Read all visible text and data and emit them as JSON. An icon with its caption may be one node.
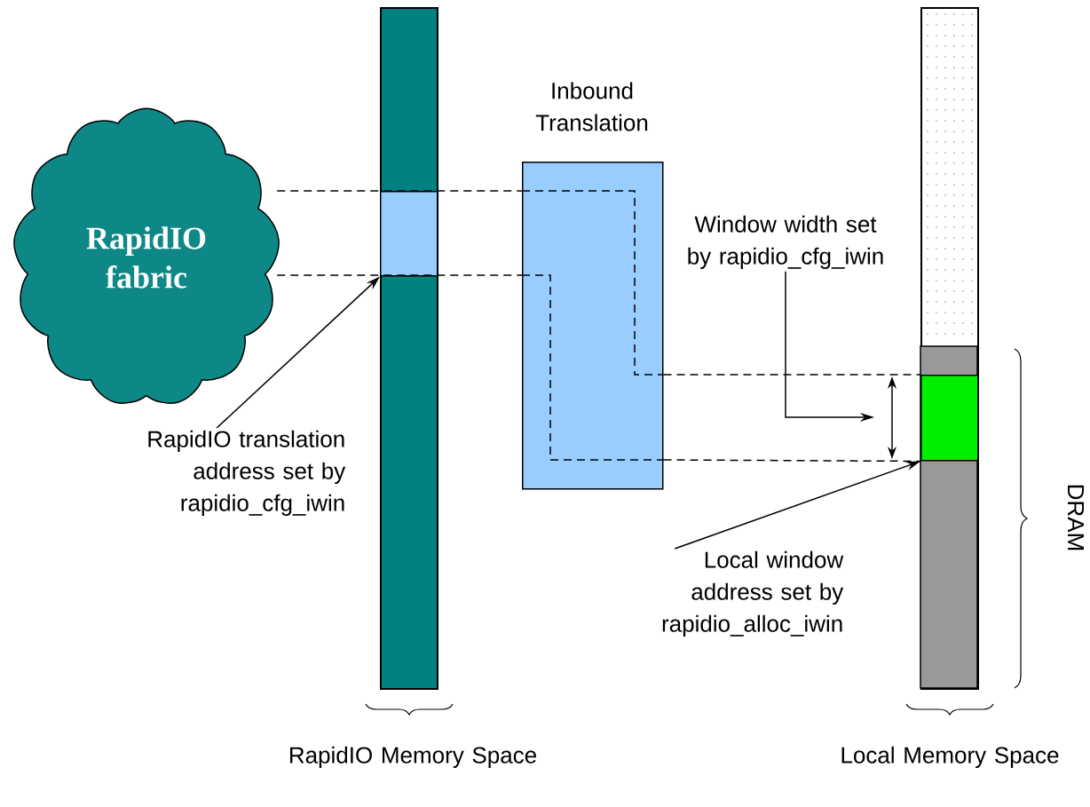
{
  "diagram": {
    "nodes": [
      {
        "text": [
          "RapidIO fabric"
        ]
      },
      {
        "text": [],
        "shape": "bar",
        "beside": [
          "RapidIO Memory Space"
        ]
      },
      {
        "text": [],
        "shape": "box",
        "in": 1
      },
      {
        "text": [
          "Inbound Translation"
        ]
      },
      {
        "text": [],
        "shape": "bar",
        "beside": [
          "Local Memory Space"
        ]
      },
      {
        "text": [],
        "shape": "box",
        "in": 4
      },
      {
        "text": [
          "RapidIO translation address set by rapidio_cfg_iwin"
        ]
      },
      {
        "text": [
          "Window width set by rapidio_cfg_iwin"
        ]
      },
      {
        "text": [
          "Local window address set by rapidio_alloc_iwin"
        ]
      }
    ],
    "edges": [
      {
        "from": 0,
        "to": 3,
        "arrow": "none",
        "style": "dashed"
      },
      {
        "from": 3,
        "to": 5,
        "arrow": "none",
        "style": "dashed"
      },
      {
        "from": 0,
        "to": 3,
        "arrow": "none",
        "style": "dashed"
      },
      {
        "from": 3,
        "to": 5,
        "arrow": "none",
        "style": "dashed"
      },
      {
        "from": 6,
        "to": 2,
        "arrow": "to"
      },
      {
        "from": 7,
        "to": null,
        "arrow": "to"
      },
      {
        "from": 8,
        "to": 5,
        "arrow": "to"
      }
    ],
    "labels": [
      "DRAM"
    ]
  }
}
